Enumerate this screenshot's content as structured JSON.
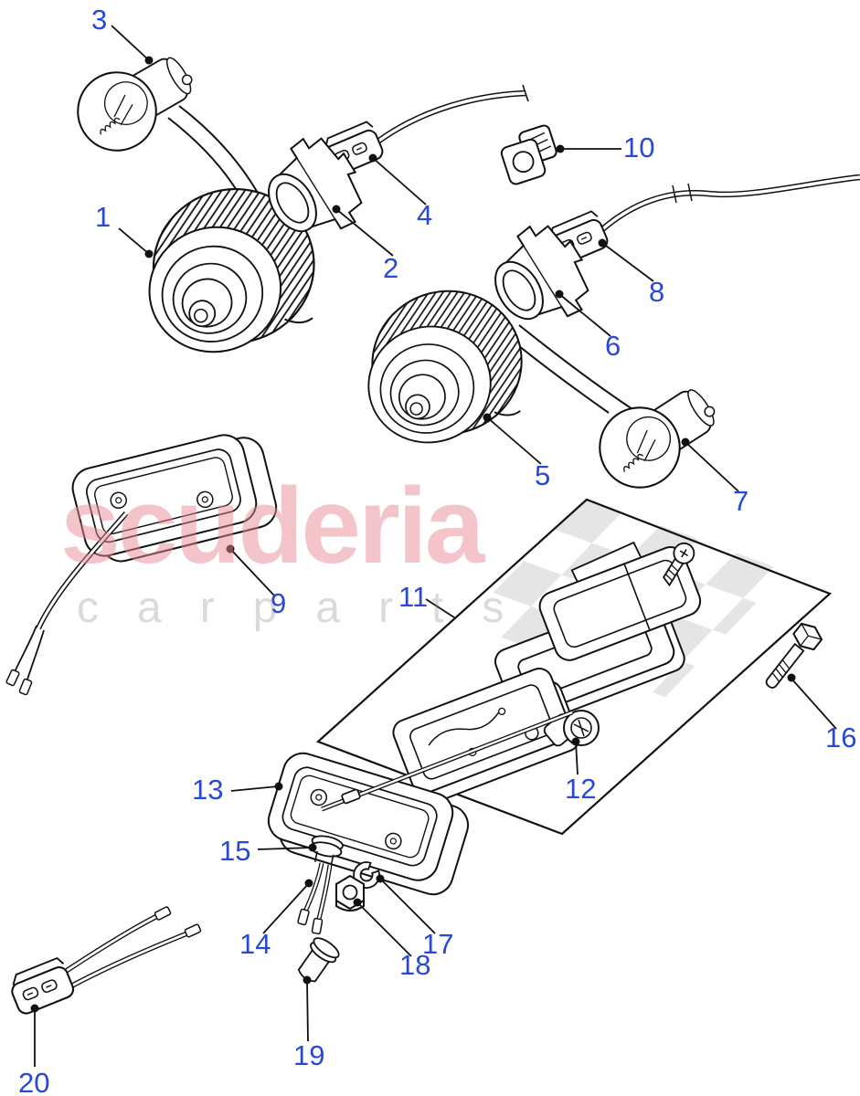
{
  "diagram": {
    "watermark": {
      "brand": "scuderia",
      "tagline": "carparts"
    },
    "callouts": [
      {
        "number": "1"
      },
      {
        "number": "2"
      },
      {
        "number": "3"
      },
      {
        "number": "4"
      },
      {
        "number": "5"
      },
      {
        "number": "6"
      },
      {
        "number": "7"
      },
      {
        "number": "8"
      },
      {
        "number": "9"
      },
      {
        "number": "10"
      },
      {
        "number": "11"
      },
      {
        "number": "12"
      },
      {
        "number": "13"
      },
      {
        "number": "14"
      },
      {
        "number": "15"
      },
      {
        "number": "16"
      },
      {
        "number": "17"
      },
      {
        "number": "18"
      },
      {
        "number": "19"
      },
      {
        "number": "20"
      }
    ],
    "colors": {
      "callout": "#2849d8",
      "line": "#111111",
      "watermark_pink": "rgba(232,140,150,0.5)",
      "watermark_grey": "rgba(140,140,140,0.32)",
      "flag": "#cfcfcf",
      "background": "#ffffff"
    }
  }
}
